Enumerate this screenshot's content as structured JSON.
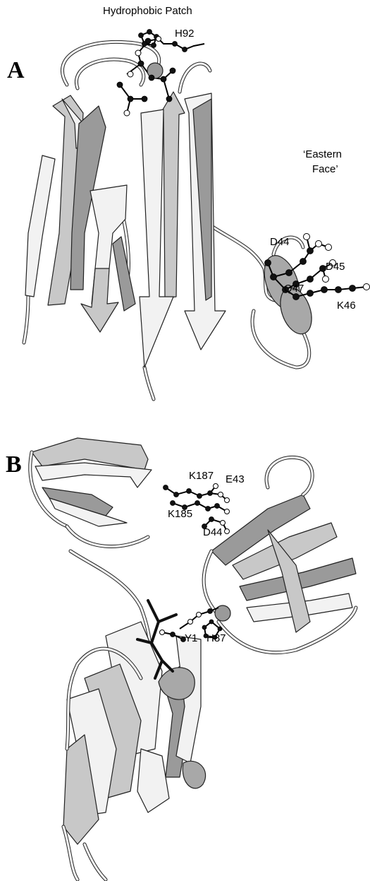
{
  "panel_a": {
    "letter": "A",
    "title": "Hydrophobic Patch",
    "eastern_face_line1": "‘Eastern",
    "eastern_face_line2": "Face’",
    "residues": {
      "h92": "H92",
      "d44": "D44",
      "d45": "D45",
      "q47": "Q47",
      "k46": "K46"
    }
  },
  "panel_b": {
    "letter": "B",
    "residues": {
      "k187": "K187",
      "e43": "E43",
      "k185": "K185",
      "d44": "D44",
      "h87": "H87",
      "y1": "Y1"
    }
  }
}
